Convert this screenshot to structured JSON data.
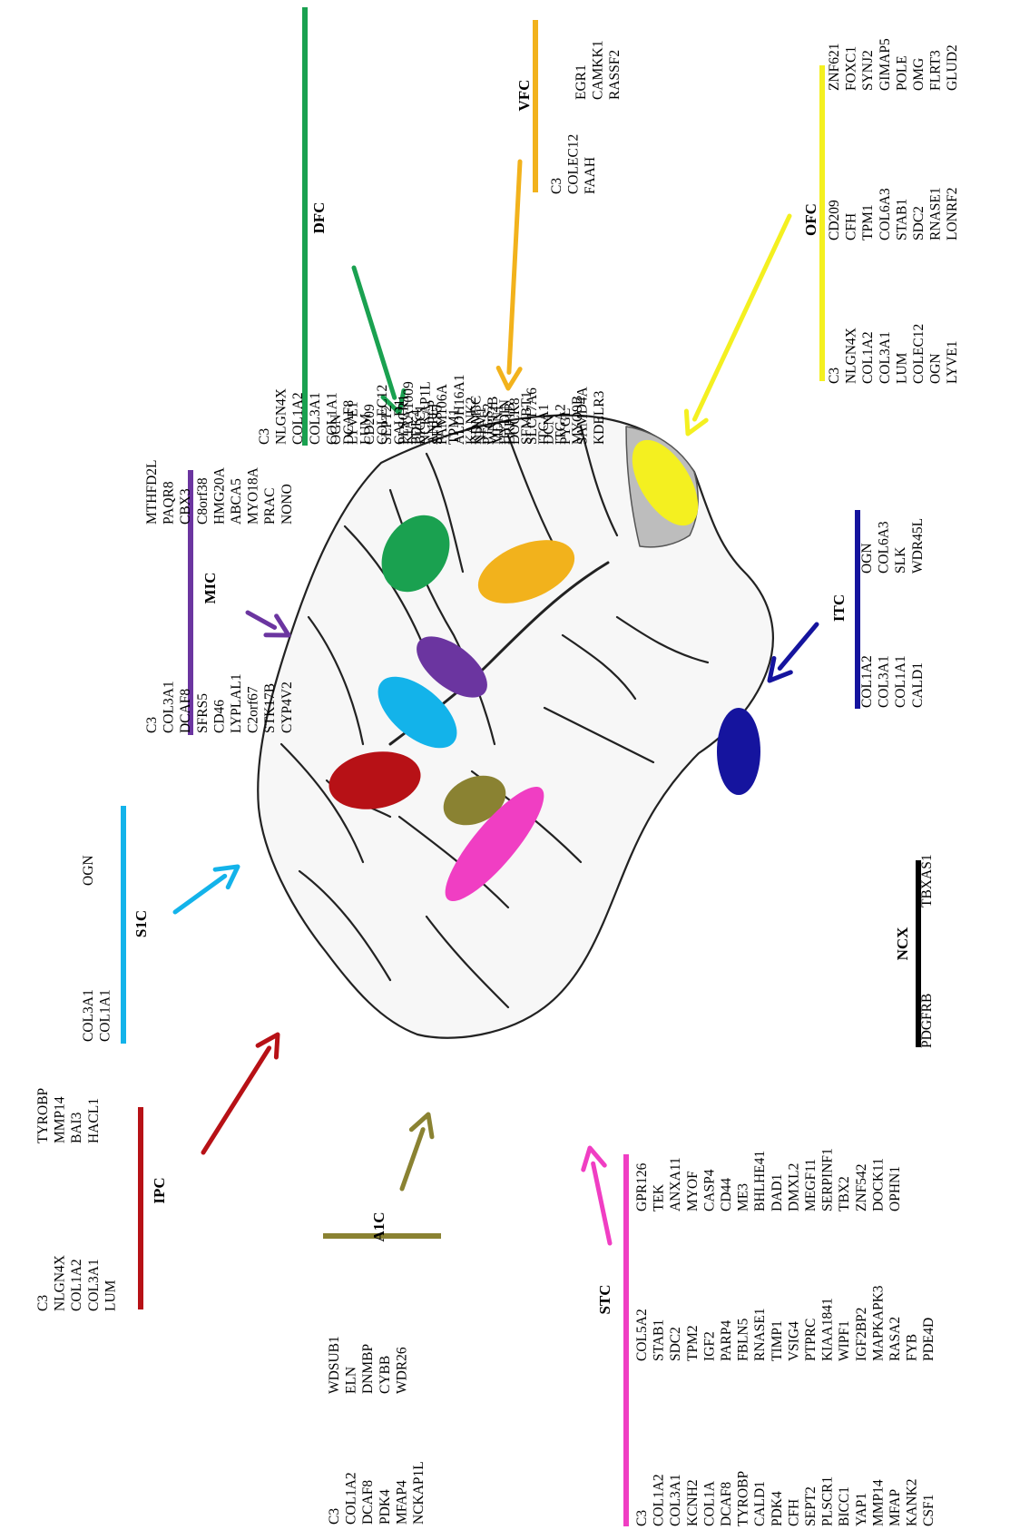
{
  "colors": {
    "DFC": "#1aa150",
    "VFC": "#f2b21c",
    "OFC": "#f4f020",
    "MIC": "#6b35a0",
    "S1C": "#13b3ea",
    "IPC": "#b71116",
    "A1C": "#8a8232",
    "STC": "#f03ec3",
    "ITC": "#15149e",
    "NCX": "#000000"
  },
  "regions": [
    {
      "id": "DFC",
      "label": "DFC",
      "columns": [
        [
          "C3",
          "NLGN4X",
          "COL1A2",
          "COL3A1",
          "COL1A1",
          "DCAF8",
          "LUM",
          "COLEC12",
          "CALD1",
          "PDK4",
          "ANPEP"
        ],
        [
          "OGN",
          "LYVE1",
          "CD209",
          "SEPT2",
          "PLSCR1",
          "BICC1",
          "SFRS5",
          "TPM1",
          "KANK2",
          "PTGS2",
          "HYDIN"
        ],
        [
          "KIAA1009",
          "NCKAP1L",
          "FAM106A",
          "ALDH16A1",
          "KDM5C",
          "WNT2B",
          "LRP1B",
          "SFMBT1",
          "ITGA1",
          "ITGA2",
          "MYO9B"
        ],
        [
          "NPM1",
          "MDN1",
          "DOCK8",
          "SLC17A6",
          "DCN",
          "PYGL",
          "SAMD4A",
          "KDELR3"
        ]
      ]
    },
    {
      "id": "VFC",
      "label": "VFC",
      "columns": [
        [
          "C3",
          "COLEC12",
          "FAAH"
        ],
        [
          "EGR1",
          "CAMKK1",
          "RASSF2"
        ]
      ]
    },
    {
      "id": "OFC",
      "label": "OFC",
      "columns": [
        [
          "C3",
          "NLGN4X",
          "COL1A2",
          "COL3A1",
          "LUM",
          "COLEC12",
          "OGN",
          "LYVE1"
        ],
        [
          "CD209",
          "CFH",
          "TPM1",
          "COL6A3",
          "STAB1",
          "SDC2",
          "RNASE1",
          "LONRF2"
        ],
        [
          "ZNF621",
          "FOXC1",
          "SYNJ2",
          "GIMAP5",
          "POLE",
          "OMG",
          "FLRT3",
          "GLUD2"
        ]
      ]
    },
    {
      "id": "MIC",
      "label": "MIC",
      "columns": [
        [
          "C3",
          "COL3A1",
          "DCAF8",
          "SFRS5",
          "CD46",
          "LYPLAL1",
          "C2orf67",
          "STK17B",
          "CYP4V2"
        ],
        [
          "MTHFD2L",
          "PAQR8",
          "CBX3",
          "C8orf38",
          "HMG20A",
          "ABCA5",
          "MYO18A",
          "PRAC",
          "NONO"
        ]
      ]
    },
    {
      "id": "S1C",
      "label": "S1C",
      "columns": [
        [
          "COL3A1",
          "COL1A1"
        ],
        [
          "OGN"
        ]
      ]
    },
    {
      "id": "IPC",
      "label": "IPC",
      "columns": [
        [
          "C3",
          "NLGN4X",
          "COL1A2",
          "COL3A1",
          "LUM"
        ],
        [
          "TYROBP",
          "MMP14",
          "BAI3",
          "HACL1"
        ]
      ]
    },
    {
      "id": "A1C",
      "label": "A1C",
      "columns": [
        [
          "C3",
          "COL1A2",
          "DCAF8",
          "PDK4",
          "MFAP4",
          "NCKAP1L"
        ],
        [
          "WDSUB1",
          "ELN",
          "DNMBP",
          "CYBB",
          "WDR26"
        ]
      ]
    },
    {
      "id": "STC",
      "label": "STC",
      "columns": [
        [
          "C3",
          "COL1A2",
          "COL3A1",
          "KCNH2",
          "COL1A",
          "DCAF8",
          "TYROBP",
          "CALD1",
          "PDK4",
          "CFH",
          "SEPT2",
          "PLSCR1",
          "BICC1",
          "YAP1",
          "MMP14",
          "MFAP",
          "KANK2",
          "CSF1"
        ],
        [
          "COL5A2",
          "STAB1",
          "SDC2",
          "TPM2",
          "IGF2",
          "PARP4",
          "FBLN5",
          "RNASE1",
          "TIMP1",
          "VSIG4",
          "PTPRC",
          "KIAA1841",
          "WIPF1",
          "IGF2BP2",
          "MAPKAPK3",
          "RASA2",
          "FYB",
          "PDE4D"
        ],
        [
          "GPR126",
          "TEK",
          "ANXA11",
          "MYOF",
          "CASP4",
          "CD44",
          "ME3",
          "BHLHE41",
          "DAD1",
          "DMXL2",
          "MEGF11",
          "SERPINF1",
          "TBX2",
          "ZNF542",
          "DOCK11",
          "OPHN1"
        ]
      ]
    },
    {
      "id": "ITC",
      "label": "ITC",
      "columns": [
        [
          "COL1A2",
          "COL3A1",
          "COL1A1",
          "CALD1"
        ],
        [
          "OGN",
          "COL6A3",
          "SLK",
          "WDR45L"
        ]
      ]
    },
    {
      "id": "NCX",
      "label": "NCX",
      "columns": [
        [
          "PDGFRB"
        ],
        [
          "TBXAS1"
        ]
      ]
    }
  ]
}
